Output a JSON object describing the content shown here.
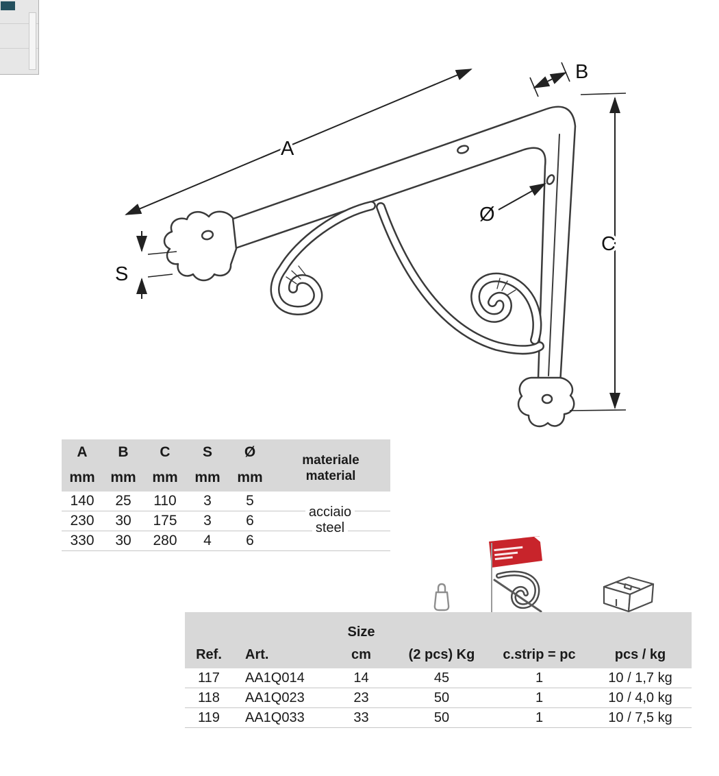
{
  "colors": {
    "table_header_bg": "#d8d8d8",
    "drawing_stroke": "#3a3a3a",
    "label_red": "#c8242b"
  },
  "diagram": {
    "labels": {
      "a": "A",
      "b": "B",
      "c": "C",
      "s": "S",
      "diameter": "Ø"
    }
  },
  "dimension_table": {
    "columns": [
      {
        "letter": "A",
        "unit": "mm"
      },
      {
        "letter": "B",
        "unit": "mm"
      },
      {
        "letter": "C",
        "unit": "mm"
      },
      {
        "letter": "S",
        "unit": "mm"
      },
      {
        "letter": "Ø",
        "unit": "mm"
      }
    ],
    "material_header_line1": "materiale",
    "material_header_line2": "material",
    "rows": [
      [
        "140",
        "25",
        "110",
        "3",
        "5"
      ],
      [
        "230",
        "30",
        "175",
        "3",
        "6"
      ],
      [
        "330",
        "30",
        "280",
        "4",
        "6"
      ]
    ],
    "material_value_line1": "acciaio",
    "material_value_line2": "steel"
  },
  "product_table": {
    "headers": {
      "ref": "Ref.",
      "art": "Art.",
      "size_line1": "Size",
      "size_line2": "cm",
      "weight": "(2 pcs) Kg",
      "strip": "c.strip = pc",
      "pack": "pcs / kg"
    },
    "rows": [
      [
        "117",
        "AA1Q014",
        "14",
        "45",
        "1",
        "10 / 1,7 kg"
      ],
      [
        "118",
        "AA1Q023",
        "23",
        "50",
        "1",
        "10 / 4,0 kg"
      ],
      [
        "119",
        "AA1Q033",
        "33",
        "50",
        "1",
        "10 / 7,5 kg"
      ]
    ]
  },
  "icons": {
    "weight": "weight-icon",
    "product_photo": "product-photo",
    "box": "carton-box-icon"
  }
}
